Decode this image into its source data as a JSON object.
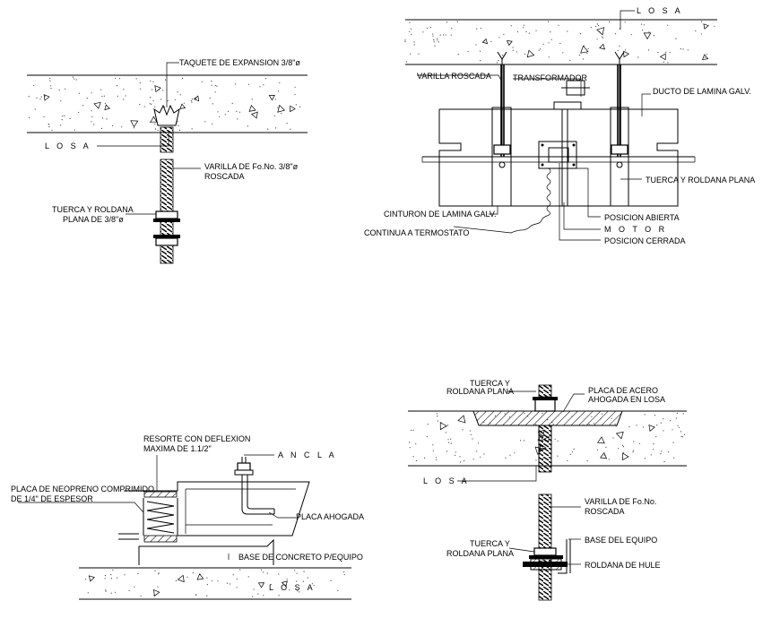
{
  "detail1": {
    "taquete_label": "TAQUETE DE EXPANSION 3/8\"ø",
    "losa_label": "L O S A",
    "varilla_label_1": "VARILLA DE Fo.No. 3/8\"ø",
    "varilla_label_2": "ROSCADA",
    "tuerca_label_1": "TUERCA Y ROLDANA",
    "tuerca_label_2": "PLANA DE 3/8\"ø"
  },
  "detail2": {
    "losa_label": "L O S A",
    "varilla_roscada_label": "VARILLA ROSCADA",
    "transformador_label": "TRANSFORMADOR",
    "ducto_label": "DUCTO DE LAMINA GALV.",
    "tuerca_label": "TUERCA Y ROLDANA PLANA",
    "cinturon_label": "CINTURON DE LAMINA GALV.",
    "termostato_label": "CONTINUA A TERMOSTATO",
    "posicion_abierta_label": "POSICION ABIERTA",
    "motor_label": "M O T O R",
    "posicion_cerrada_label": "POSICION CERRADA"
  },
  "detail3": {
    "resorte_label_1": "RESORTE CON DEFLEXION",
    "resorte_label_2": "MAXIMA DE 1.1/2\"",
    "ancla_label": "A N C L A",
    "neopreno_label_1": "PLACA DE NEOPRENO COMPRIMIDO",
    "neopreno_label_2": "DE 1/4\" DE ESPESOR",
    "placa_ahogada_label": "PLACA AHOGADA",
    "base_label": "BASE DE CONCRETO P/EQUIPO",
    "losa_label": "L O S A"
  },
  "detail4": {
    "tuerca_label_1": "TUERCA Y",
    "tuerca_label_2": "ROLDANA PLANA",
    "placa_label_1": "PLACA DE ACERO",
    "placa_label_2": "AHOGADA EN LOSA",
    "losa_label": "L O S A",
    "varilla_label_1": "VARILLA DE Fo.No.",
    "varilla_label_2": "ROSCADA",
    "tuerca2_label_1": "TUERCA Y",
    "tuerca2_label_2": "ROLDANA PLANA",
    "base_equipo_label": "BASE DEL EQUIPO",
    "roldana_hule_label": "ROLDANA DE HULE"
  }
}
